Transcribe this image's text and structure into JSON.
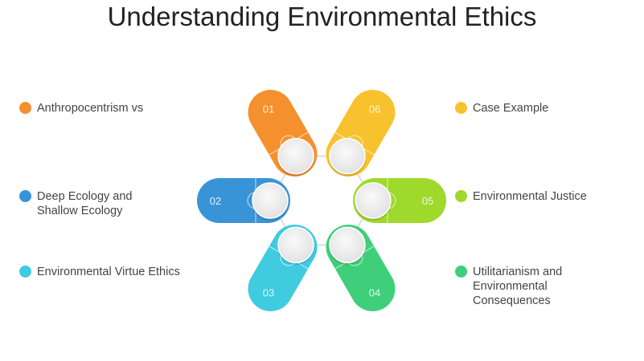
{
  "title": "Understanding Environmental Ethics",
  "items": [
    {
      "num": "01",
      "label": "Anthropocentrism vs",
      "color": "#f5902e"
    },
    {
      "num": "02",
      "label": "Deep Ecology and Shallow Ecology",
      "color": "#3993d7"
    },
    {
      "num": "03",
      "label": "Environmental Virtue Ethics",
      "color": "#3fcbe0"
    },
    {
      "num": "04",
      "label": "Utilitarianism and Environmental Consequences",
      "color": "#3fcf7a"
    },
    {
      "num": "05",
      "label": "Environmental Justice",
      "color": "#9ed92b"
    },
    {
      "num": "06",
      "label": "Case Example",
      "color": "#f8c22e"
    }
  ]
}
